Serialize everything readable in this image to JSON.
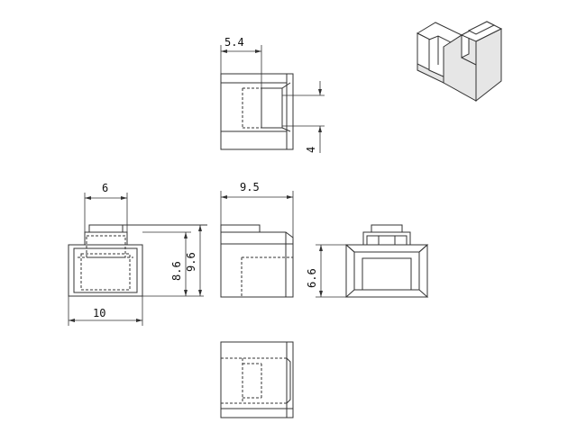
{
  "dimensions": {
    "top_width": "5.4",
    "top_slot": "4",
    "front_inner_width": "6",
    "front_width": "10",
    "front_inner_height": "8.6",
    "front_height": "9.6",
    "side_depth": "9.5",
    "rear_height": "6.6"
  }
}
